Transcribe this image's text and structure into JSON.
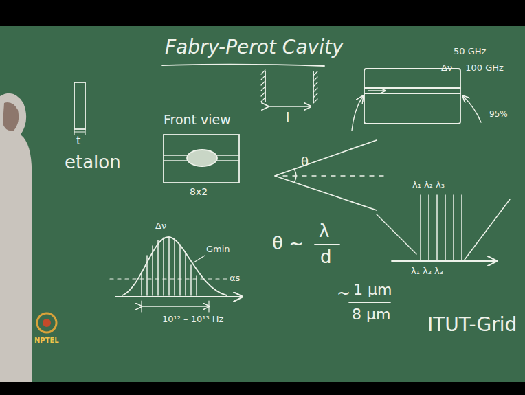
{
  "diagram": {
    "title": "Fabry-Perot Cavity",
    "labels": [
      "t",
      "etalon",
      "l",
      "95%",
      "Front view",
      "8x2",
      "θ",
      "50 GHz",
      "Δν = 100 GHz",
      "λ₁ λ₂ λ₃",
      "λ₁ λ₂ λ₃",
      "Δν",
      "Gmin",
      "αs",
      "10¹² – 10¹³ Hz",
      "θ ~",
      "λ",
      "d",
      "~",
      "1 μm",
      "8 μm",
      "ITUT-Grid",
      "NPTEL"
    ]
  }
}
